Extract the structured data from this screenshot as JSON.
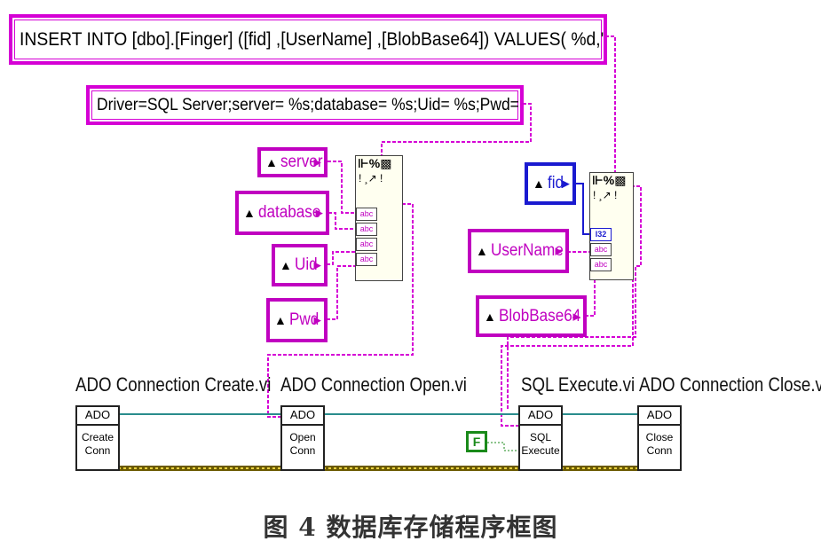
{
  "constants": {
    "sql": "INSERT INTO [dbo].[Finger] ([fid] ,[UserName] ,[BlobBase64]) VALUES( %d,'%s','%s')",
    "conn": "Driver=SQL Server;server= %s;database= %s;Uid= %s;Pwd= %s;"
  },
  "controls": {
    "server": "server",
    "database": "database",
    "uid": "Uid",
    "pwd": "Pwd",
    "fid": "fid",
    "username": "UserName",
    "blob": "BlobBase64"
  },
  "format_node": {
    "top": "⊩%▩",
    "mid": "! ¸↗ !",
    "abc": "abc",
    "i32": "I32"
  },
  "vis": [
    {
      "title": "ADO Connection Create.vi",
      "header": "ADO",
      "line1": "Create",
      "line2": "Conn"
    },
    {
      "title": "ADO Connection Open.vi",
      "header": "ADO",
      "line1": "Open",
      "line2": "Conn"
    },
    {
      "title": "SQL Execute.vi",
      "header": "ADO",
      "line1": "SQL",
      "line2": "Execute"
    },
    {
      "title": "ADO Connection Close.vi",
      "header": "ADO",
      "line1": "Close",
      "line2": "Conn"
    }
  ],
  "bool_const": "F",
  "caption": "图 4   数据库存储程序框图",
  "colors": {
    "string_wire": "#d500d5",
    "ref_wire": "#2a8c8c",
    "error_wire": "#b8a020",
    "int_wire": "#1a1ad0"
  }
}
